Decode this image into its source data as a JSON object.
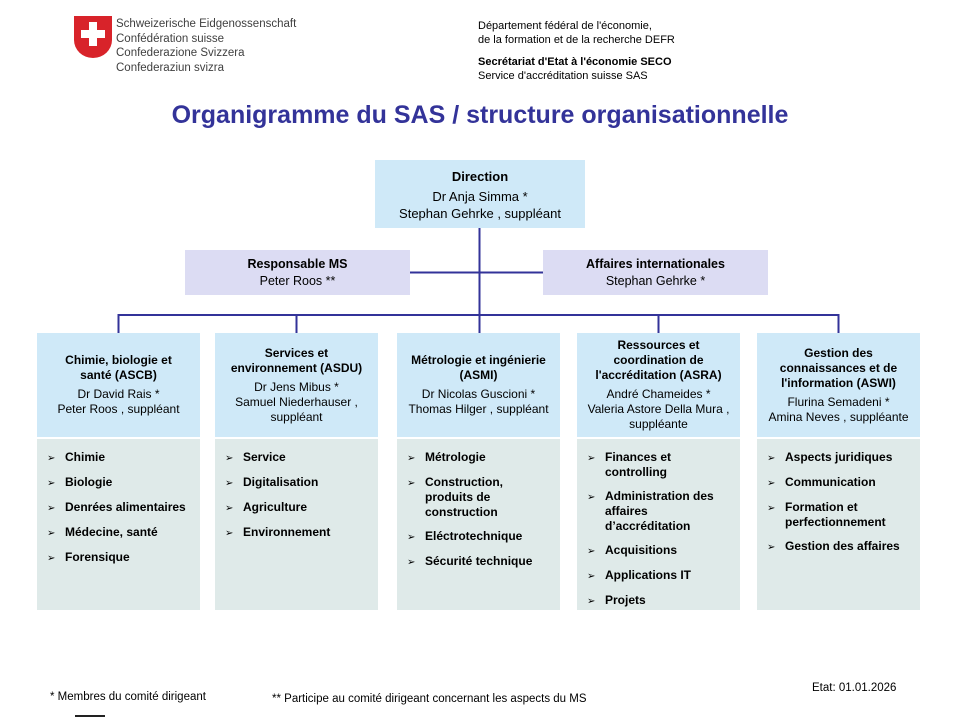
{
  "header": {
    "logo": {
      "lines": [
        "Schweizerische Eidgenossenschaft",
        "Confédération suisse",
        "Confederazione Svizzera",
        "Confederaziun svizra"
      ]
    },
    "department": {
      "line1": "Département fédéral de l'économie,",
      "line2": "de la formation et de la recherche DEFR",
      "bold_line": "Secrétariat d'Etat à l'économie SECO",
      "line3": "Service d'accréditation suisse SAS"
    }
  },
  "title": "Organigramme du SAS / structure organisationnelle",
  "chart": {
    "bullet_char": "➢",
    "direction": {
      "title": "Direction",
      "names": [
        "Dr Anja Simma *",
        "Stephan Gehrke , suppléant"
      ]
    },
    "staff": [
      {
        "title": "Responsable MS",
        "names": [
          "Peter Roos **"
        ]
      },
      {
        "title": "Affaires internationales",
        "names": [
          "Stephan Gehrke *"
        ]
      }
    ],
    "departments": [
      {
        "title": "Chimie, biologie et santé (ASCB)",
        "names": [
          "Dr David Rais *",
          "Peter Roos , suppléant"
        ],
        "items": [
          "Chimie",
          "Biologie",
          "Denrées alimentaires",
          "Médecine, santé",
          "Forensique"
        ]
      },
      {
        "title": "Services et environnement (ASDU)",
        "names": [
          "Dr Jens Mibus *",
          "Samuel Niederhauser , suppléant"
        ],
        "items": [
          "Service",
          "Digitalisation",
          "Agriculture",
          "Environnement"
        ]
      },
      {
        "title": "Métrologie et ingénierie (ASMI)",
        "names": [
          "Dr Nicolas Guscioni *",
          "Thomas Hilger , suppléant"
        ],
        "items": [
          "Métrologie",
          "Construction, produits de construction",
          "Eléctrotechnique",
          "Sécurité technique"
        ]
      },
      {
        "title": "Ressources et coordination de l'accréditation (ASRA)",
        "names": [
          "André Chameides *",
          "Valeria Astore Della Mura , suppléante"
        ],
        "items": [
          "Finances et controlling",
          "Administration des affaires d’accréditation",
          "Acquisitions",
          "Applications IT",
          "Projets"
        ]
      },
      {
        "title": "Gestion des connaissances et de l'information (ASWI)",
        "names": [
          "Flurina Semadeni *",
          "Amina Neves , suppléante"
        ],
        "items": [
          "Aspects juridiques",
          "Communication",
          "Formation et perfectionnement",
          "Gestion des affaires"
        ]
      }
    ]
  },
  "footnotes": {
    "note1": "* Membres du comité dirigeant",
    "note2": "** Participe au comité dirigeant concernant les aspects du MS",
    "date": "Etat: 01.01.2026"
  },
  "colors": {
    "title_blue": "#333399",
    "connector_blue": "#333399",
    "box_blue": "#cfe9f8",
    "box_lavender": "#dcdcf3",
    "box_list": "#dfeae9",
    "swiss_red": "#d8232a"
  }
}
